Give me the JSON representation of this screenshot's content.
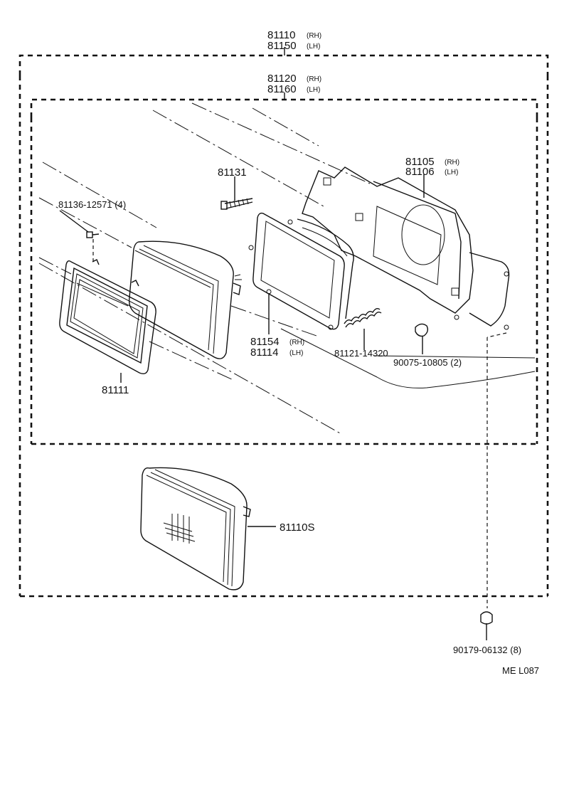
{
  "labels": {
    "assy_rh": "81110",
    "assy_rh_side": "(RH)",
    "assy_lh": "81150",
    "assy_lh_side": "(LH)",
    "unit_rh": "81120",
    "unit_rh_side": "(RH)",
    "unit_lh": "81160",
    "unit_lh_side": "(LH)",
    "bracket_rh": "81105",
    "bracket_rh_side": "(RH)",
    "bracket_lh": "81106",
    "bracket_lh_side": "(LH)",
    "screw": "81131",
    "rim_screw": "81136-12571 (4)",
    "door": "81111",
    "retainer_rh": "81154",
    "retainer_rh_side": "(RH)",
    "retainer_lh": "81114",
    "retainer_lh_side": "(LH)",
    "spring": "81121-14320",
    "nut": "90075-10805 (2)",
    "sealed_beam": "81110S",
    "clip": "90179-06132 (8)",
    "ref_code": "ME  L087"
  }
}
